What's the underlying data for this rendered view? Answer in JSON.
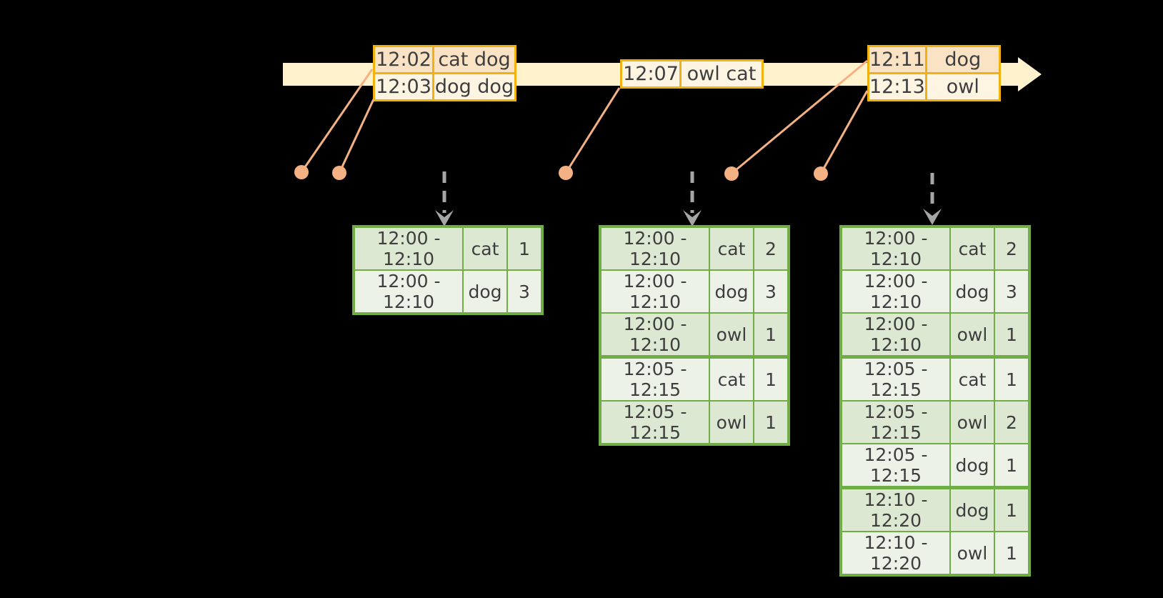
{
  "colors": {
    "background": "#000000",
    "timeline_band": "#FFF2CC",
    "event_border": "#F1B10F",
    "event_fill_dark": "#FAE2C4",
    "event_fill_light": "#FDF4E2",
    "result_border": "#70AD47",
    "result_fill_dark": "#DCE8D2",
    "result_fill_light": "#EDF2E9",
    "connector_orange": "#F4B183",
    "trigger_arrow_gray": "#A6A6A6",
    "text": "#3E3E3E"
  },
  "event_tables": [
    {
      "rows": [
        {
          "time": "12:02",
          "words": "cat dog"
        },
        {
          "time": "12:03",
          "words": "dog dog"
        }
      ]
    },
    {
      "rows": [
        {
          "time": "12:07",
          "words": "owl cat"
        }
      ]
    },
    {
      "rows": [
        {
          "time": "12:11",
          "words": "dog"
        },
        {
          "time": "12:13",
          "words": "owl"
        }
      ]
    }
  ],
  "result_tables": [
    {
      "rows": [
        {
          "window": "12:00 - 12:10",
          "word": "cat",
          "count": "1"
        },
        {
          "window": "12:00 - 12:10",
          "word": "dog",
          "count": "3"
        }
      ]
    },
    {
      "rows": [
        {
          "window": "12:00 - 12:10",
          "word": "cat",
          "count": "2"
        },
        {
          "window": "12:00 - 12:10",
          "word": "dog",
          "count": "3"
        },
        {
          "window": "12:00 - 12:10",
          "word": "owl",
          "count": "1"
        },
        {
          "window": "12:05 - 12:15",
          "word": "cat",
          "count": "1"
        },
        {
          "window": "12:05 - 12:15",
          "word": "owl",
          "count": "1"
        }
      ]
    },
    {
      "rows": [
        {
          "window": "12:00 - 12:10",
          "word": "cat",
          "count": "2"
        },
        {
          "window": "12:00 - 12:10",
          "word": "dog",
          "count": "3"
        },
        {
          "window": "12:00 - 12:10",
          "word": "owl",
          "count": "1"
        },
        {
          "window": "12:05 - 12:15",
          "word": "cat",
          "count": "1"
        },
        {
          "window": "12:05 - 12:15",
          "word": "owl",
          "count": "2"
        },
        {
          "window": "12:05 - 12:15",
          "word": "dog",
          "count": "1"
        },
        {
          "window": "12:10 - 12:20",
          "word": "dog",
          "count": "1"
        },
        {
          "window": "12:10 - 12:20",
          "word": "owl",
          "count": "1"
        }
      ]
    }
  ]
}
